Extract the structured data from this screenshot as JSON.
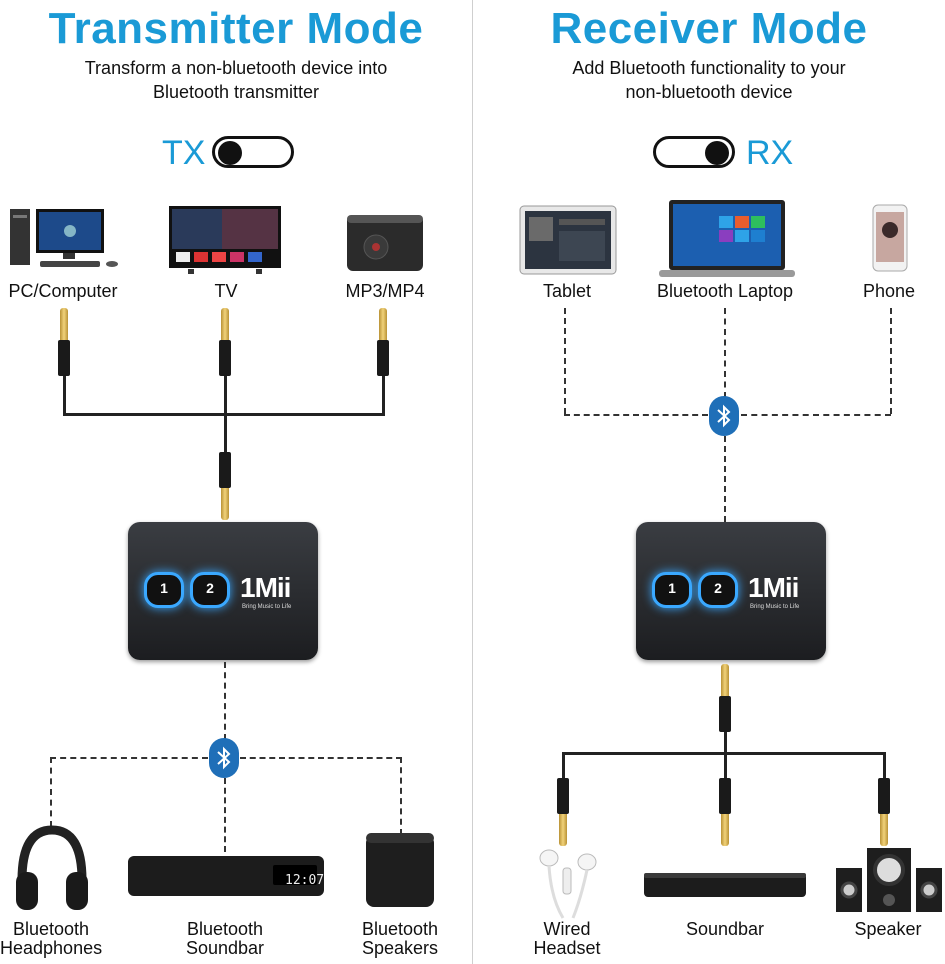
{
  "left": {
    "title": "Transmitter Mode",
    "subtitle_line1": "Transform a non-bluetooth device into",
    "subtitle_line2": "Bluetooth transmitter",
    "mode": "TX",
    "sources": [
      "PC/Computer",
      "TV",
      "MP3/MP4"
    ],
    "outputs": [
      {
        "line1": "Bluetooth",
        "line2": "Headphones"
      },
      {
        "line1": "Bluetooth",
        "line2": "Soundbar"
      },
      {
        "line1": "Bluetooth",
        "line2": "Speakers"
      }
    ],
    "soundbar_display": "12:07"
  },
  "right": {
    "title": "Receiver Mode",
    "subtitle_line1": "Add Bluetooth functionality to your",
    "subtitle_line2": "non-bluetooth device",
    "mode": "RX",
    "sources": [
      "Tablet",
      "Bluetooth Laptop",
      "Phone"
    ],
    "outputs": [
      {
        "line1": "Wired",
        "line2": "Headset"
      },
      {
        "line1": "Soundbar",
        "line2": ""
      },
      {
        "line1": "Speaker",
        "line2": ""
      }
    ]
  },
  "adapter": {
    "brand": "1Mii",
    "tagline": "Bring Music to Life",
    "button1": "1",
    "button2": "2"
  },
  "colors": {
    "accent": "#1a9ad6",
    "bluetooth": "#1f6fb8",
    "glow": "#3aa8ff"
  },
  "icons": [
    "bluetooth-icon",
    "headphone-icon",
    "computer-icon",
    "tv-icon",
    "tablet-icon",
    "laptop-icon",
    "phone-icon",
    "speaker-icon",
    "soundbar-icon",
    "earphones-icon"
  ]
}
